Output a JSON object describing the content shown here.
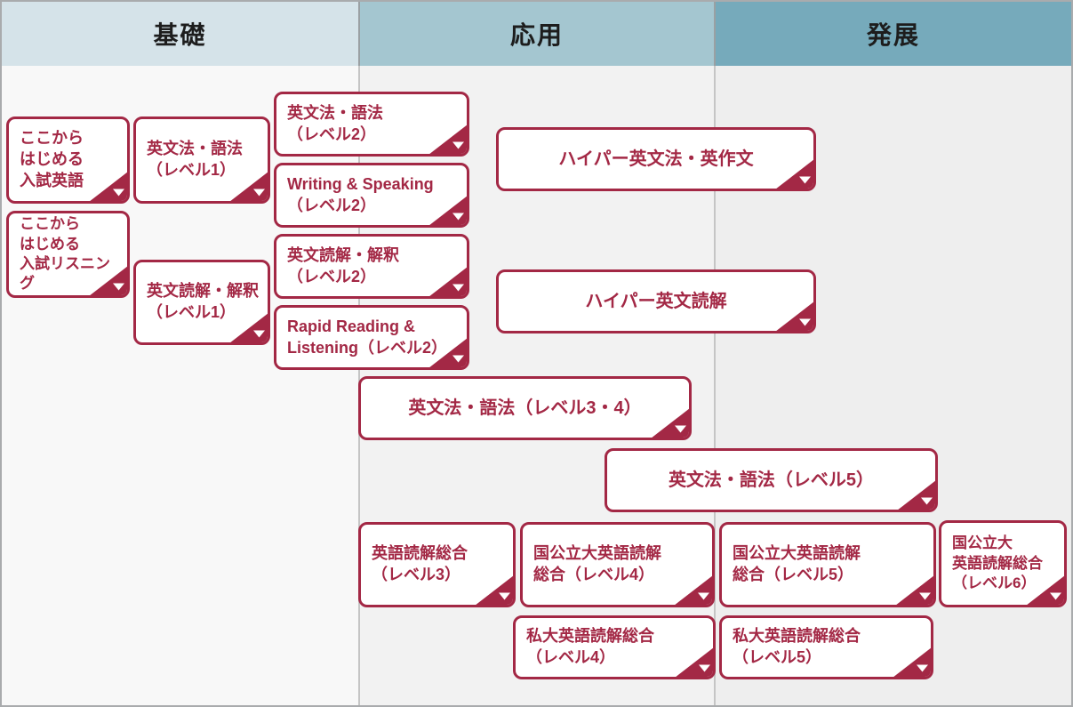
{
  "header": {
    "columns": [
      {
        "label": "基礎",
        "bg": "#d5e3e9"
      },
      {
        "label": "応用",
        "bg": "#a4c6d0"
      },
      {
        "label": "発展",
        "bg": "#76aabb"
      }
    ]
  },
  "colors": {
    "accent_red": "#a32845",
    "column1_body": "#f8f8f8",
    "column2_body": "#f2f2f2",
    "column3_body": "#eeeeee",
    "frame_border": "#a9abad"
  },
  "boxes": [
    {
      "label": "ここから\nはじめる\n入試英語"
    },
    {
      "label": "ここから\nはじめる\n入試リスニング"
    },
    {
      "label": "英文法・語法\n（レベル1）"
    },
    {
      "label": "英文読解・解釈\n（レベル1）"
    },
    {
      "label": "英文法・語法\n（レベル2）"
    },
    {
      "label": "Writing & Speaking\n（レベル2）"
    },
    {
      "label": "英文読解・解釈\n（レベル2）"
    },
    {
      "label": "Rapid Reading &\nListening（レベル2）"
    },
    {
      "label": "ハイパー英文法・英作文"
    },
    {
      "label": "ハイパー英文読解"
    },
    {
      "label": "英文法・語法（レベル3・4）"
    },
    {
      "label": "英文法・語法（レベル5）"
    },
    {
      "label": "英語読解総合\n（レベル3）"
    },
    {
      "label": "国公立大英語読解\n総合（レベル4）"
    },
    {
      "label": "国公立大英語読解\n総合（レベル5）"
    },
    {
      "label": "国公立大\n英語読解総合\n（レベル6）"
    },
    {
      "label": "私大英語読解総合\n（レベル4）"
    },
    {
      "label": "私大英語読解総合\n（レベル5）"
    }
  ]
}
